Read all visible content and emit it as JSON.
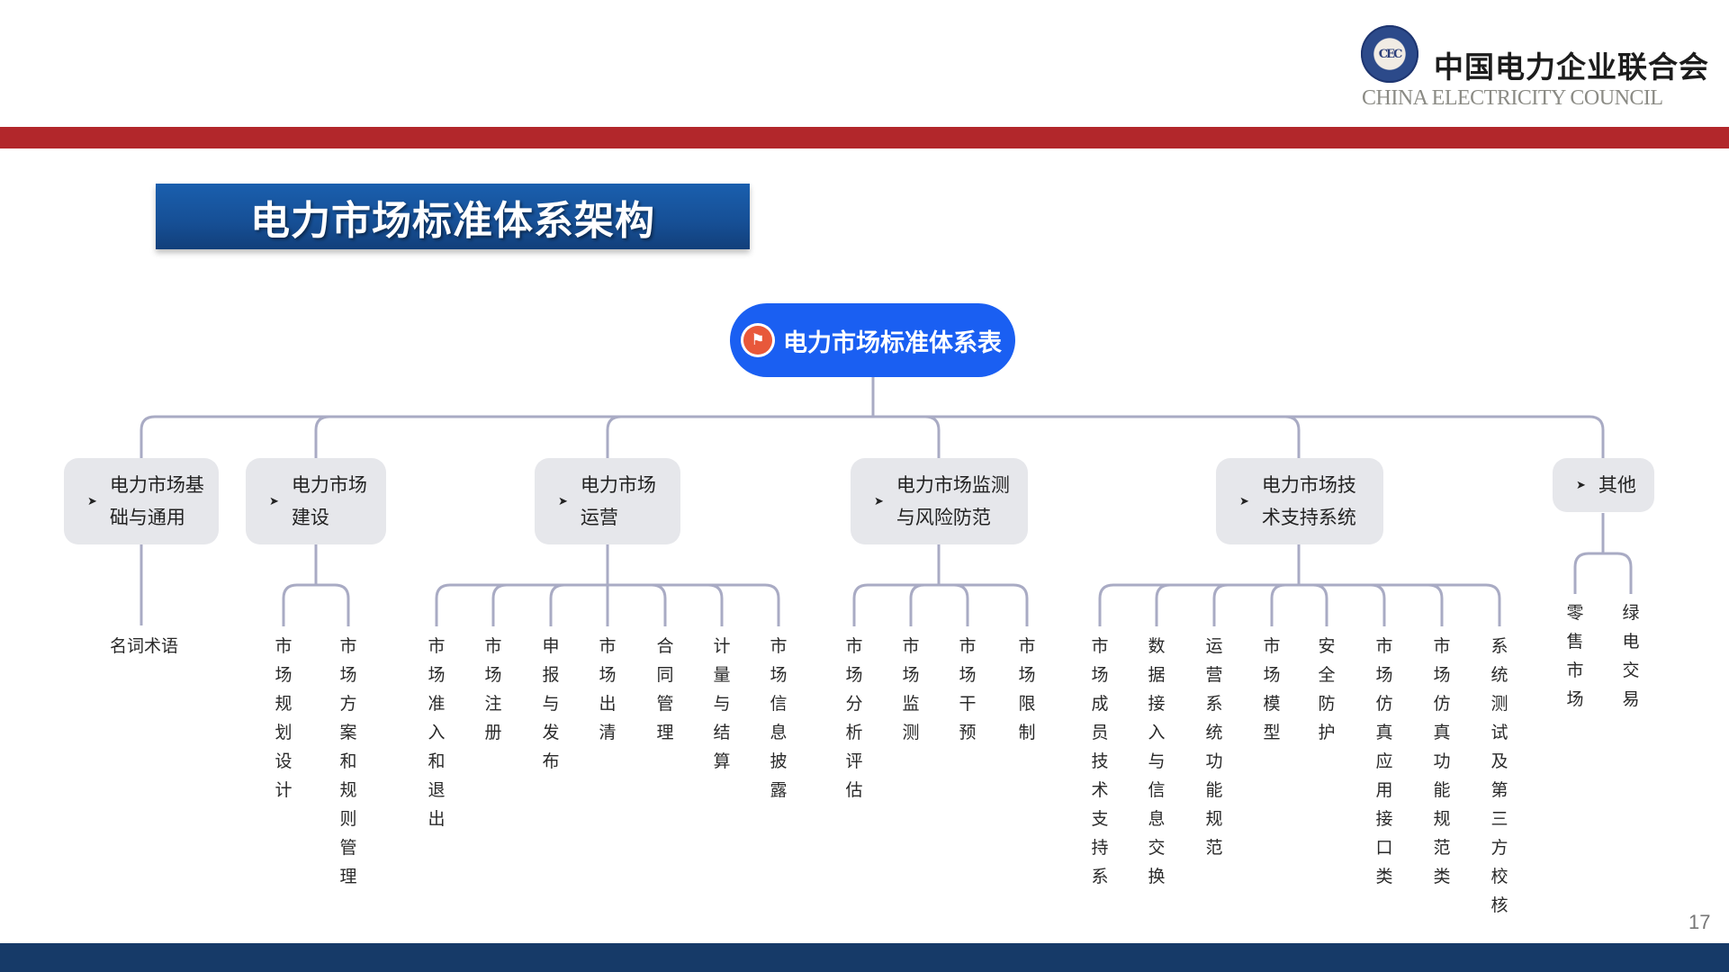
{
  "header": {
    "org_name_cn": "中国电力企业联合会",
    "org_name_en": "CHINA ELECTRICITY COUNCIL",
    "logo_text": "CEC",
    "accent_bar_color": "#b2272b"
  },
  "title": "电力市场标准体系架构",
  "tree": {
    "root": {
      "label": "电力市场标准体系表",
      "icon": "flag-icon",
      "color": "#1a5ff2"
    },
    "categories": [
      {
        "label": "电力市场基\n础与通用",
        "children": [
          "名词术语"
        ]
      },
      {
        "label": "电力市场\n建设",
        "children": [
          "市场规划设计",
          "市场方案和规则管理"
        ]
      },
      {
        "label": "电力市场\n运营",
        "children": [
          "市场准入和退出",
          "市场注册",
          "申报与发布",
          "市场出清",
          "合同管理",
          "计量与结算",
          "市场信息披露"
        ]
      },
      {
        "label": "电力市场监测\n与风险防范",
        "children": [
          "市场分析评估",
          "市场监测",
          "市场干预",
          "市场限制"
        ]
      },
      {
        "label": "电力市场技\n术支持系统",
        "children": [
          "市场成员技术支持系",
          "数据接入与信息交换",
          "运营系统功能规范",
          "市场模型",
          "安全防护",
          "市场仿真应用接口类",
          "市场仿真功能规范类",
          "系统测试及第三方校核"
        ]
      },
      {
        "label": "其他",
        "children": [
          "零售市场",
          "绿电交易"
        ]
      }
    ]
  },
  "footer": {
    "page_number": "17",
    "bar_color": "#163a68"
  }
}
